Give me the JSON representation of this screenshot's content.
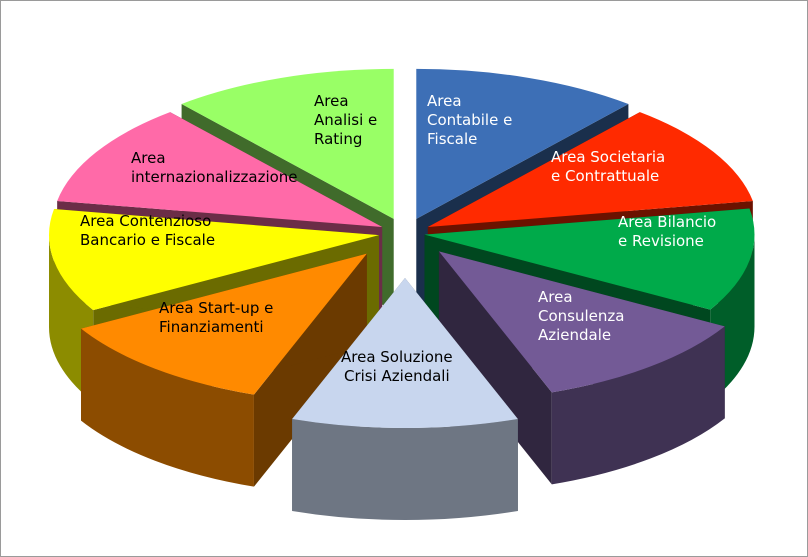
{
  "chart_data": {
    "type": "pie",
    "style": "exploded-3d",
    "legend": "none",
    "slices": [
      {
        "label": "Area\nContabile e\nFiscale",
        "value": 1,
        "color": "#3d6fb6"
      },
      {
        "label": "Area Societaria\ne Contrattuale",
        "value": 1,
        "color": "#ff2a00"
      },
      {
        "label": "Area Bilancio\ne Revisione",
        "value": 1,
        "color": "#00aa4a"
      },
      {
        "label": "Area\nConsulenza\nAziendale",
        "value": 1,
        "color": "#735a96"
      },
      {
        "label": "Area Soluzione\nCrisi Aziendali",
        "value": 1,
        "color": "#c8d6ee"
      },
      {
        "label": "Area Start-up e\nFinanziamenti",
        "value": 1,
        "color": "#ff8a00"
      },
      {
        "label": "Area Contenzioso\nBancario e Fiscale",
        "value": 1,
        "color": "#ffff00"
      },
      {
        "label": "Area\ninternazionalizzazione",
        "value": 1,
        "color": "#ff6aa8"
      },
      {
        "label": "Area\nAnalisi e\nRating",
        "value": 1,
        "color": "#99ff66"
      }
    ]
  }
}
